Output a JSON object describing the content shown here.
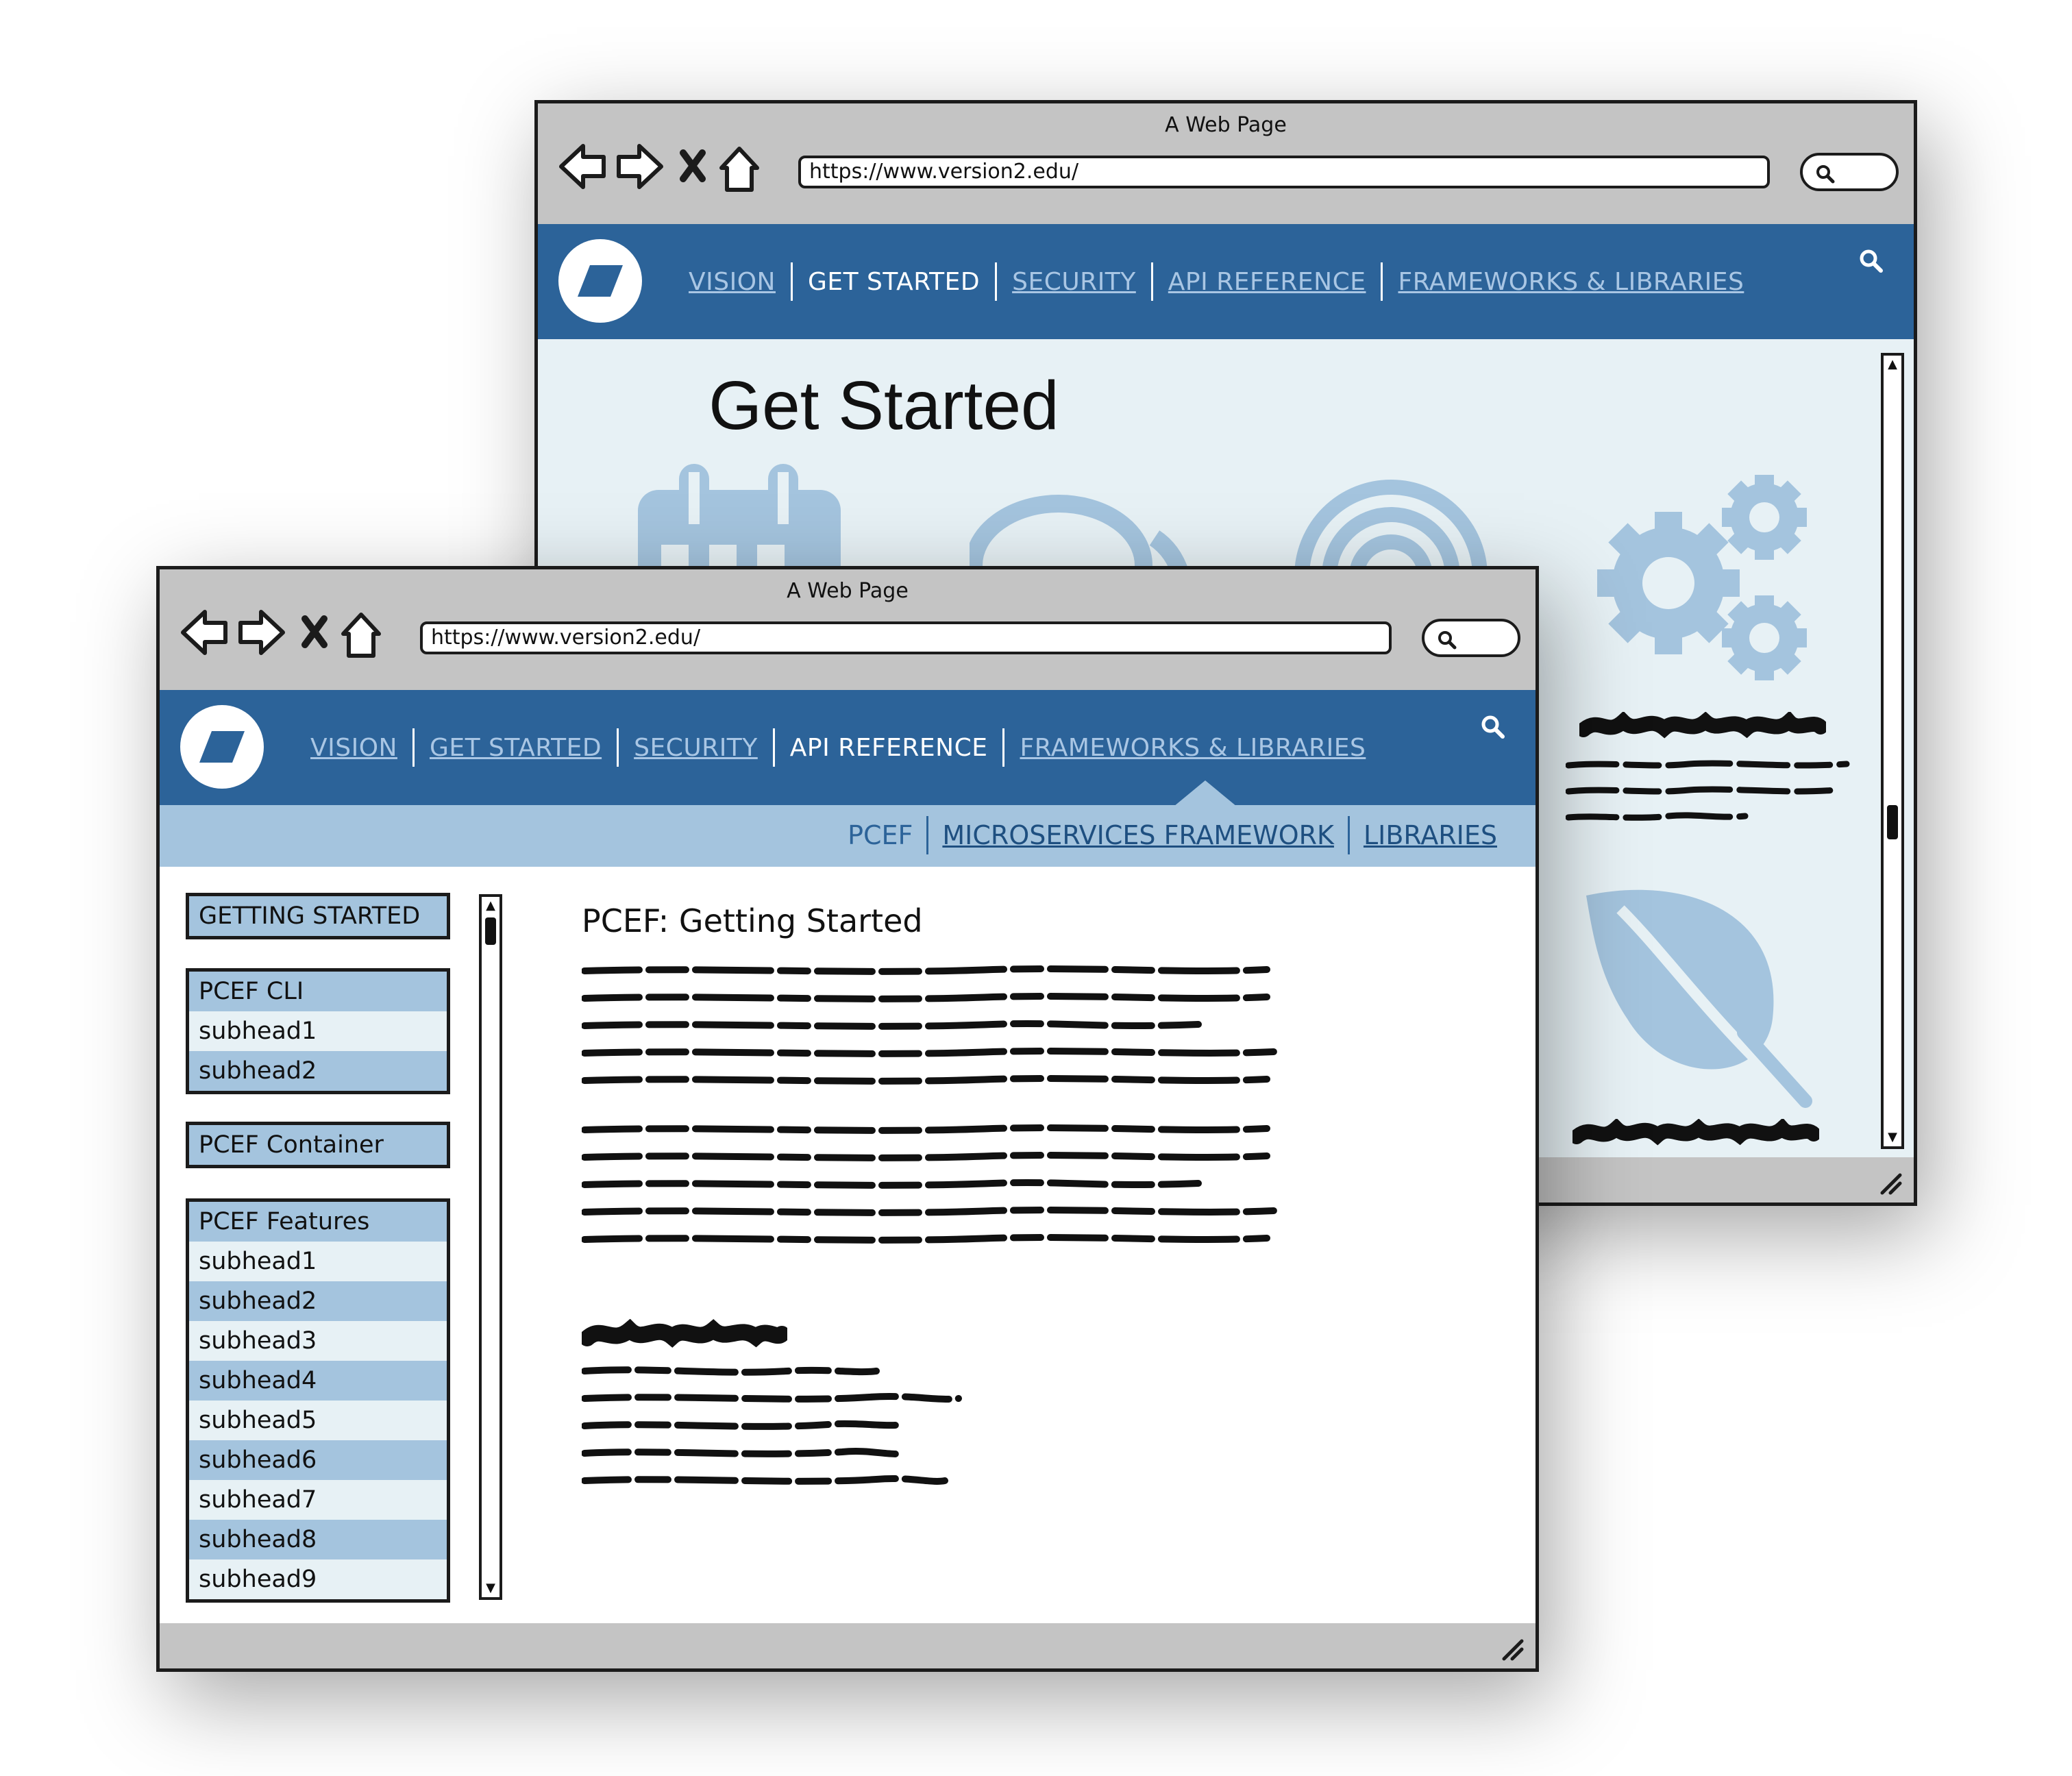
{
  "back_window": {
    "window_title": "A Web Page",
    "url": "https://www.version2.edu/",
    "nav": [
      {
        "label": "VISION",
        "active": false
      },
      {
        "label": "GET STARTED",
        "active": true
      },
      {
        "label": "SECURITY",
        "active": false
      },
      {
        "label": "API REFERENCE",
        "active": false
      },
      {
        "label": "FRAMEWORKS & LIBRARIES",
        "active": false
      }
    ],
    "page_title": "Get Started",
    "icons": [
      "calendar-icon",
      "chat-bubble-icon",
      "target-icon",
      "gears-icon",
      "leaf-icon"
    ]
  },
  "front_window": {
    "window_title": "A Web Page",
    "url": "https://www.version2.edu/",
    "nav": [
      {
        "label": "VISION",
        "active": false
      },
      {
        "label": "GET STARTED",
        "active": false
      },
      {
        "label": "SECURITY",
        "active": false
      },
      {
        "label": "API REFERENCE",
        "active": true
      },
      {
        "label": "FRAMEWORKS & LIBRARIES",
        "active": false
      }
    ],
    "subnav": [
      {
        "label": "PCEF",
        "active": true
      },
      {
        "label": "MICROSERVICES FRAMEWORK",
        "active": false
      },
      {
        "label": "LIBRARIES",
        "active": false
      }
    ],
    "sidebar": {
      "getting_started": "GETTING STARTED",
      "cli_group": [
        "PCEF CLI",
        "subhead1",
        "subhead2"
      ],
      "container": "PCEF Container",
      "features_group": [
        "PCEF Features",
        "subhead1",
        "subhead2",
        "subhead3",
        "subhead4",
        "subhead5",
        "subhead6",
        "subhead7",
        "subhead8",
        "subhead9"
      ]
    },
    "main_title": "PCEF: Getting Started"
  },
  "colors": {
    "nav_blue": "#2c6399",
    "sub_blue": "#a4c4de",
    "pale_blue": "#e7f1f5",
    "icon_blue": "#a4c4de"
  }
}
